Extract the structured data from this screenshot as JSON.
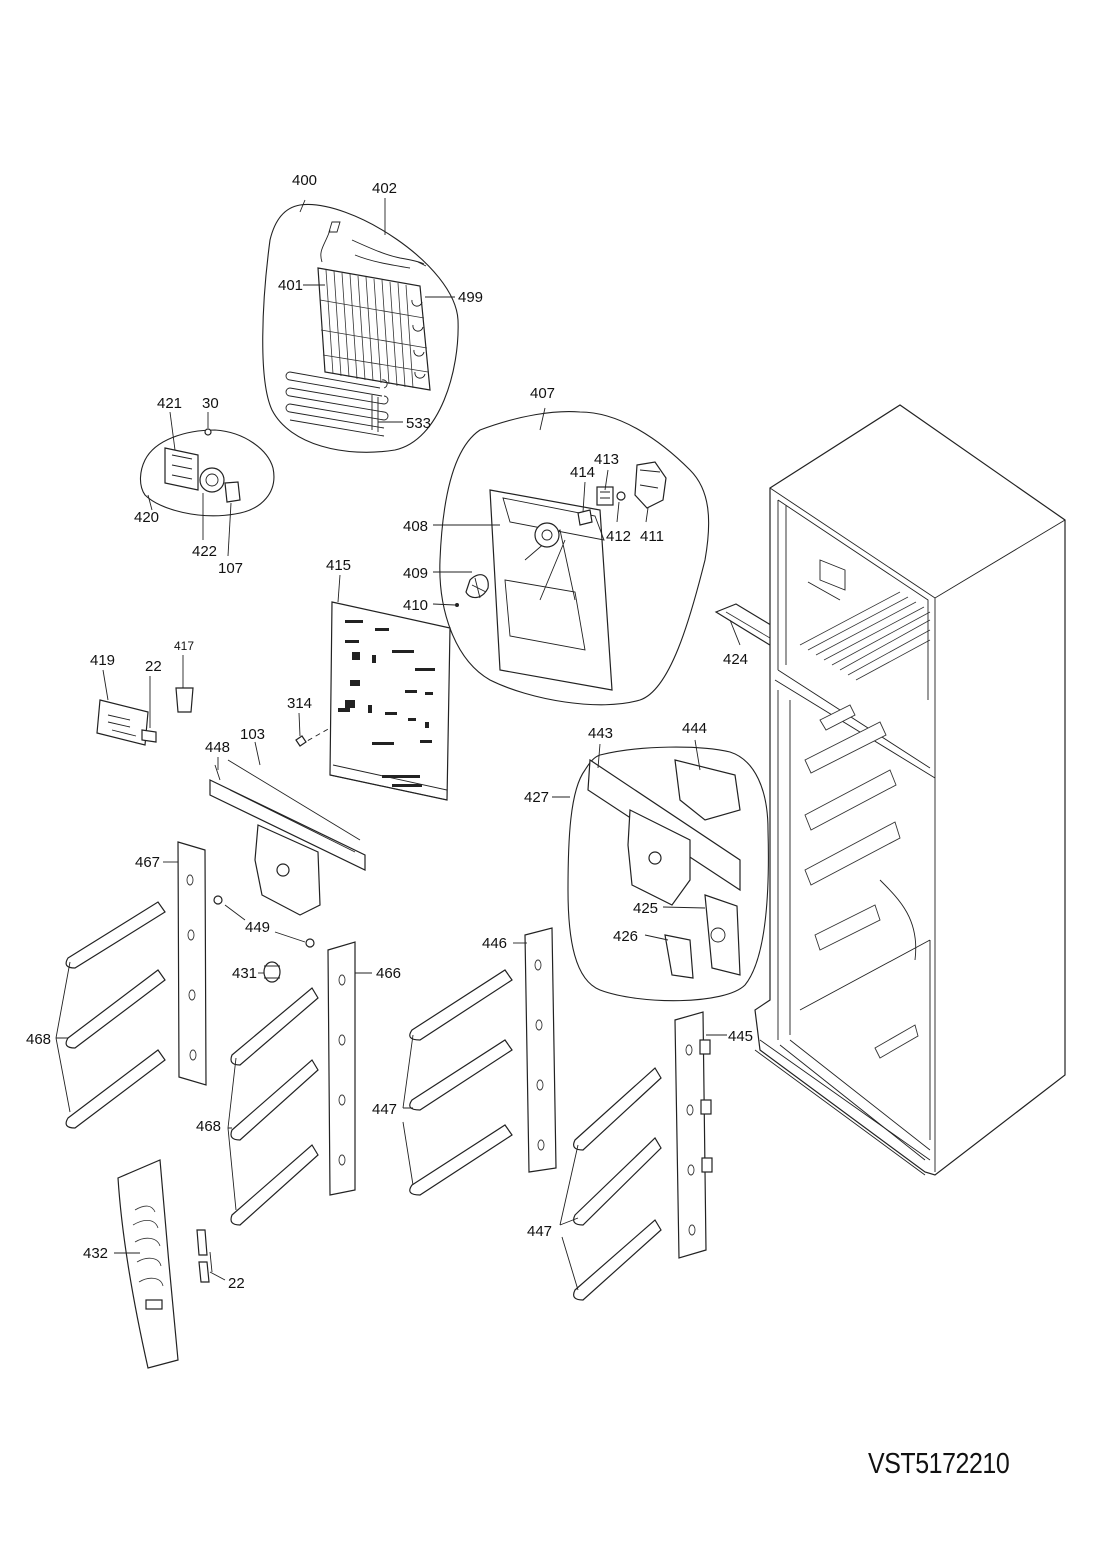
{
  "document_code": "VST5172210",
  "callouts": {
    "c400": "400",
    "c402": "402",
    "c401": "401",
    "c499": "499",
    "c533": "533",
    "c407": "407",
    "c413": "413",
    "c414": "414",
    "c408": "408",
    "c412": "412",
    "c411": "411",
    "c409": "409",
    "c410": "410",
    "c421": "421",
    "c30": "30",
    "c420": "420",
    "c422": "422",
    "c107": "107",
    "c415": "415",
    "c419": "419",
    "c22a": "22",
    "c417": "417",
    "c314": "314",
    "c448": "448",
    "c103": "103",
    "c424": "424",
    "c443": "443",
    "c444": "444",
    "c427": "427",
    "c425": "425",
    "c426": "426",
    "c467": "467",
    "c449": "449",
    "c431": "431",
    "c466": "466",
    "c446": "446",
    "c445": "445",
    "c468a": "468",
    "c468b": "468",
    "c447a": "447",
    "c447b": "447",
    "c432": "432",
    "c22b": "22"
  }
}
